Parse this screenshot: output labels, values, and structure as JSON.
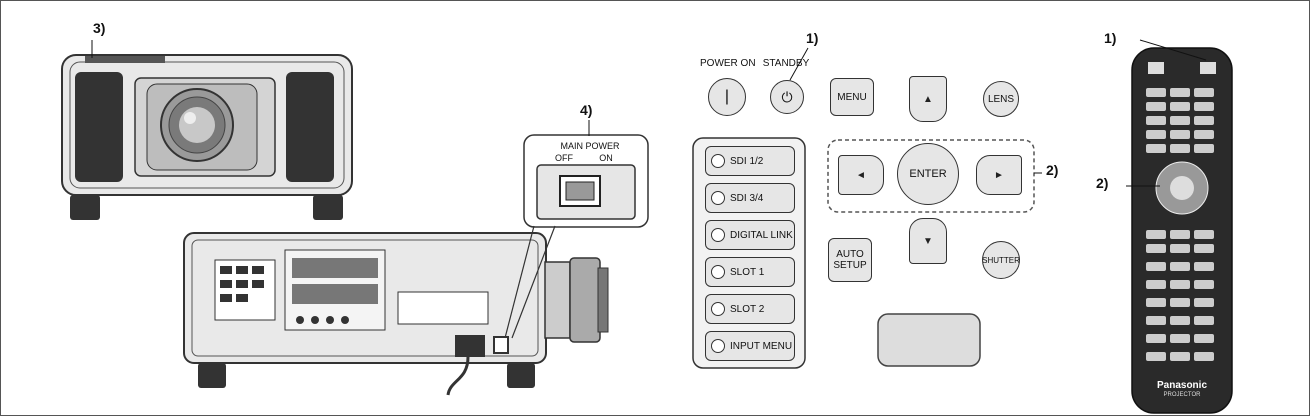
{
  "callouts": {
    "c1_left": "1)",
    "c1_remote": "1)",
    "c2_panel": "2)",
    "c2_remote": "2)",
    "c3": "3)",
    "c4": "4)"
  },
  "main_power": {
    "title": "MAIN POWER",
    "off": "OFF",
    "on": "ON"
  },
  "control_panel": {
    "power_on_label": "POWER ON",
    "standby_label": "STANDBY",
    "power_on_glyph": "|",
    "standby_glyph": "⏻",
    "menu": "MENU",
    "lens": "LENS",
    "enter": "ENTER",
    "auto_setup_line1": "AUTO",
    "auto_setup_line2": "SETUP",
    "shutter": "SHUTTER",
    "up": "▲",
    "down": "▼",
    "left": "◄",
    "right": "►",
    "inputs": [
      "SDI 1/2",
      "SDI 3/4",
      "DIGITAL LINK",
      "SLOT 1",
      "SLOT 2",
      "INPUT MENU"
    ]
  },
  "remote": {
    "brand": "Panasonic",
    "sub": "PROJECTOR"
  }
}
